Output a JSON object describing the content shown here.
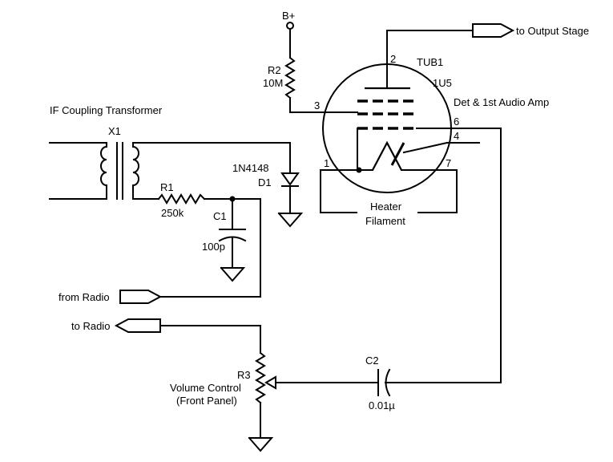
{
  "labels": {
    "bplus": "B+",
    "r2_name": "R2",
    "r2_value": "10M",
    "tube_name": "TUB1",
    "tube_type": "1U5",
    "tube_desc": "Det & 1st Audio Amp",
    "pin2": "2",
    "pin3": "3",
    "pin6": "6",
    "pin4": "4",
    "pin1": "1",
    "pin7": "7",
    "heater": "Heater",
    "filament": "Filament",
    "to_output": "to Output Stage",
    "transformer_title": "IF Coupling Transformer",
    "x1": "X1",
    "d1_part": "1N4148",
    "d1_name": "D1",
    "r1_name": "R1",
    "r1_value": "250k",
    "c1_name": "C1",
    "c1_value": "100p",
    "from_radio": "from Radio",
    "to_radio": "to Radio",
    "r3_name": "R3",
    "r3_desc1": "Volume Control",
    "r3_desc2": "(Front Panel)",
    "c2_name": "C2",
    "c2_value": "0.01µ"
  }
}
